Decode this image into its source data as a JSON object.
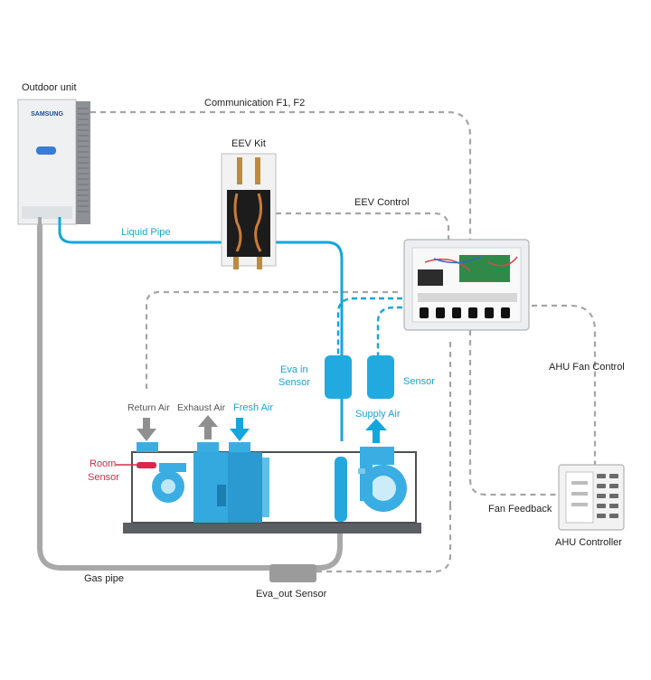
{
  "colors": {
    "pipe_blue": "#14a6dd",
    "pipe_grey": "#a8a8a8",
    "dash_grey": "#a5a5a5",
    "ahu_blue": "#3aaee3",
    "sensor_red": "#d9284a"
  },
  "labels": {
    "outdoor_unit": "Outdoor unit",
    "communication": "Communication F1, F2",
    "eev_kit": "EEV Kit",
    "eev_control": "EEV Control",
    "liquid_pipe": "Liquid Pipe",
    "eva_in_1": "Eva in",
    "eva_in_2": "Sensor",
    "sensor": "Sensor",
    "supply_air": "Supply Air",
    "return_air": "Return Air",
    "exhaust_air": "Exhaust Air",
    "fresh_air": "Fresh Air",
    "room_1": "Room",
    "room_2": "Sensor",
    "ahu_fan_control": "AHU  Fan Control",
    "fan_feedback": "Fan Feedback",
    "ahu_controller": "AHU Controller",
    "gas_pipe": "Gas pipe",
    "eva_out_sensor": "Eva_out Sensor",
    "brand": "SAMSUNG"
  },
  "icons": [
    "outdoor-unit-icon",
    "eev-kit-icon",
    "control-box-icon",
    "ahu-unit-icon",
    "ahu-controller-icon",
    "fan-icon"
  ]
}
